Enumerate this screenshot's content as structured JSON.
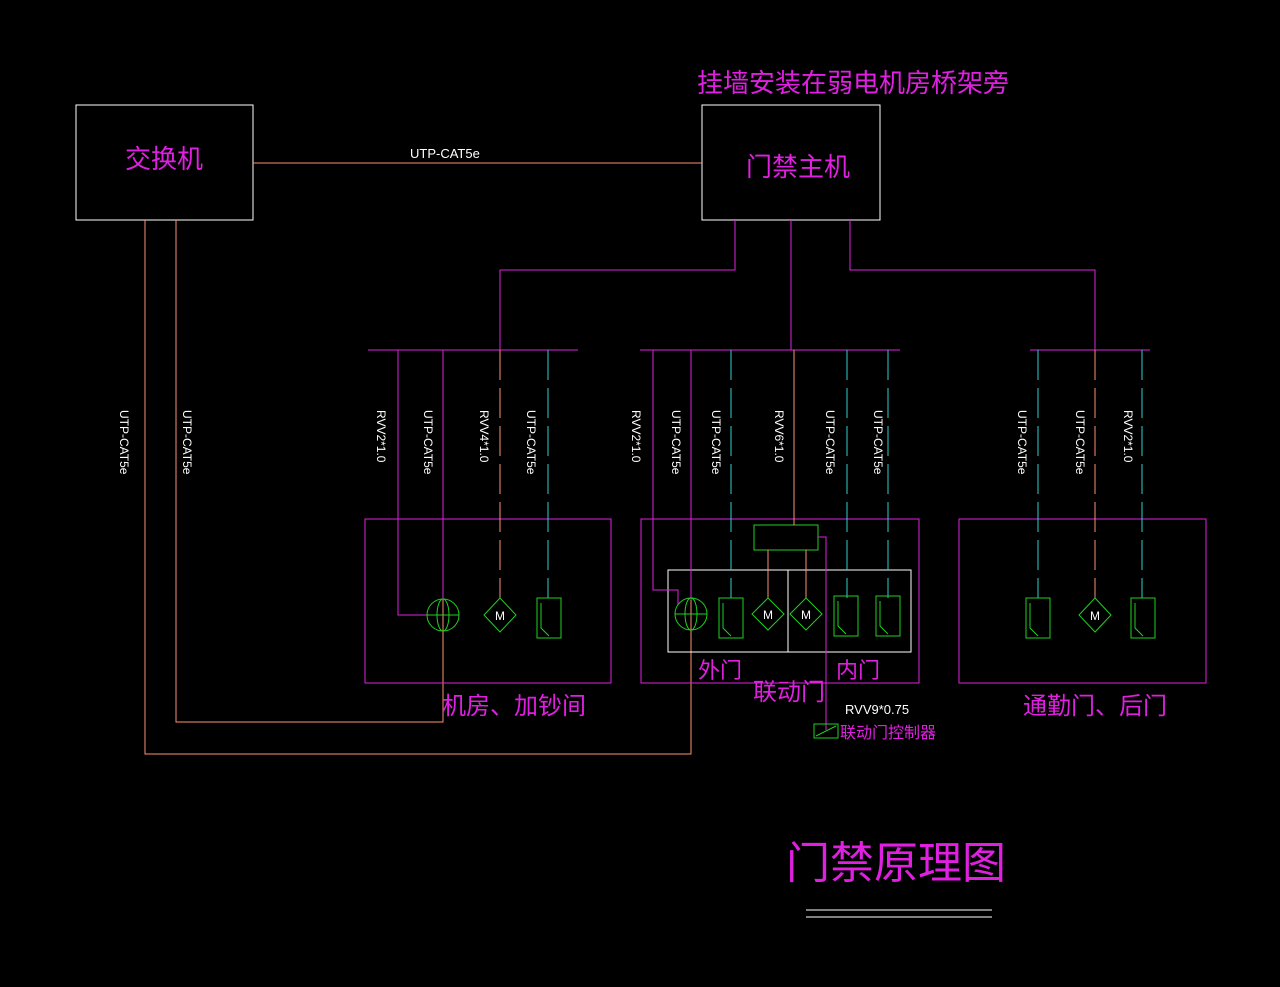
{
  "note_top": "挂墙安装在弱电机房桥架旁",
  "switch_label": "交换机",
  "host_label": "门禁主机",
  "link_cable": "UTP-CAT5e",
  "left_cables": [
    "UTP-CAT5e",
    "UTP-CAT5e"
  ],
  "group1": {
    "name": "机房、加钞间",
    "cables": [
      "RVV2*1.0",
      "UTP-CAT5e",
      "RVV4*1.0",
      "UTP-CAT5e"
    ]
  },
  "group2": {
    "name": "联动门",
    "cables": [
      "RVV2*1.0",
      "UTP-CAT5e",
      "UTP-CAT5e",
      "RVV6*1.0",
      "UTP-CAT5e",
      "UTP-CAT5e"
    ],
    "outer": "外门",
    "inner": "内门",
    "ctrl_cable": "RVV9*0.75",
    "ctrl_label": "联动门控制器"
  },
  "group3": {
    "name": "通勤门、后门",
    "cables": [
      "UTP-CAT5e",
      "UTP-CAT5e",
      "RVV2*1.0"
    ]
  },
  "motor_symbol": "M",
  "title": "门禁原理图",
  "colors": {
    "magenta": "#e020e0",
    "orange": "#ff9070",
    "cyan": "#30d0d0",
    "green": "#20d020",
    "white": "#ffffff"
  }
}
